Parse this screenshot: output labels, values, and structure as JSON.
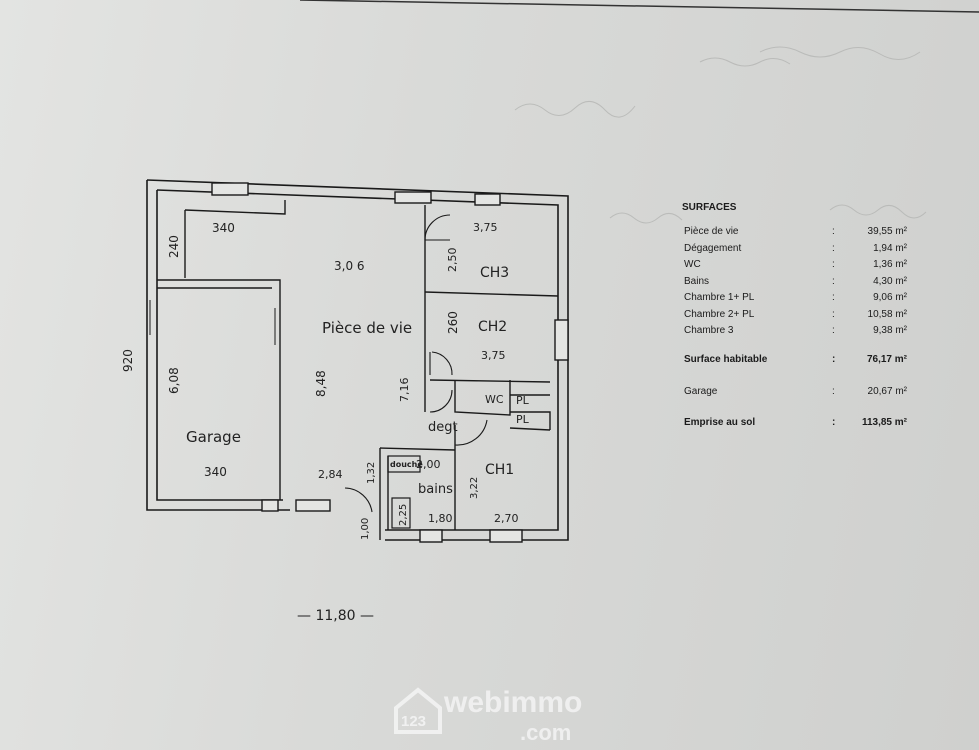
{
  "plan": {
    "rooms": {
      "living": "Pièce de vie",
      "garage": "Garage",
      "ch3": "CH3",
      "ch2": "CH2",
      "ch1": "CH1",
      "wc": "WC",
      "pl1": "PL",
      "pl2": "PL",
      "degt": "degt",
      "bains": "bains",
      "douche": "douche"
    },
    "dims": {
      "d340_top": "340",
      "d240": "240",
      "d306": "3,0 6",
      "d375_ch3": "3,75",
      "d250": "2,50",
      "d260": "260",
      "d375_ch2": "3,75",
      "d848": "8,48",
      "d716": "7,16",
      "d608": "6,08",
      "d920": "920",
      "d340_garage": "340",
      "d284": "2,84",
      "d132": "1,32",
      "d200": "2,00",
      "d322": "3,22",
      "d225": "2,25",
      "d180": "1,80",
      "d270": "2,70",
      "d100": "1,00",
      "d1180": "— 11,80 —"
    }
  },
  "surfaces": {
    "title": "SURFACES",
    "rows": [
      {
        "label": "Pièce de vie",
        "sep": ":",
        "value": "39,55 m²"
      },
      {
        "label": "Dégagement",
        "sep": ":",
        "value": "1,94 m²"
      },
      {
        "label": "WC",
        "sep": ":",
        "value": "1,36 m²"
      },
      {
        "label": "Bains",
        "sep": ":",
        "value": "4,30 m²"
      },
      {
        "label": "Chambre 1+ PL",
        "sep": ":",
        "value": "9,06 m²"
      },
      {
        "label": "Chambre 2+ PL",
        "sep": ":",
        "value": "10,58 m²"
      },
      {
        "label": "Chambre 3",
        "sep": ":",
        "value": "9,38 m²"
      }
    ],
    "habitable": {
      "label": "Surface habitable",
      "sep": ":",
      "value": "76,17 m²"
    },
    "garage": {
      "label": "Garage",
      "sep": ":",
      "value": "20,67 m²"
    },
    "emprise": {
      "label": "Emprise au sol",
      "sep": ":",
      "value": "113,85 m²"
    }
  },
  "watermark": {
    "icon_text": "123",
    "name": "webimmo",
    "tld": ".com"
  }
}
